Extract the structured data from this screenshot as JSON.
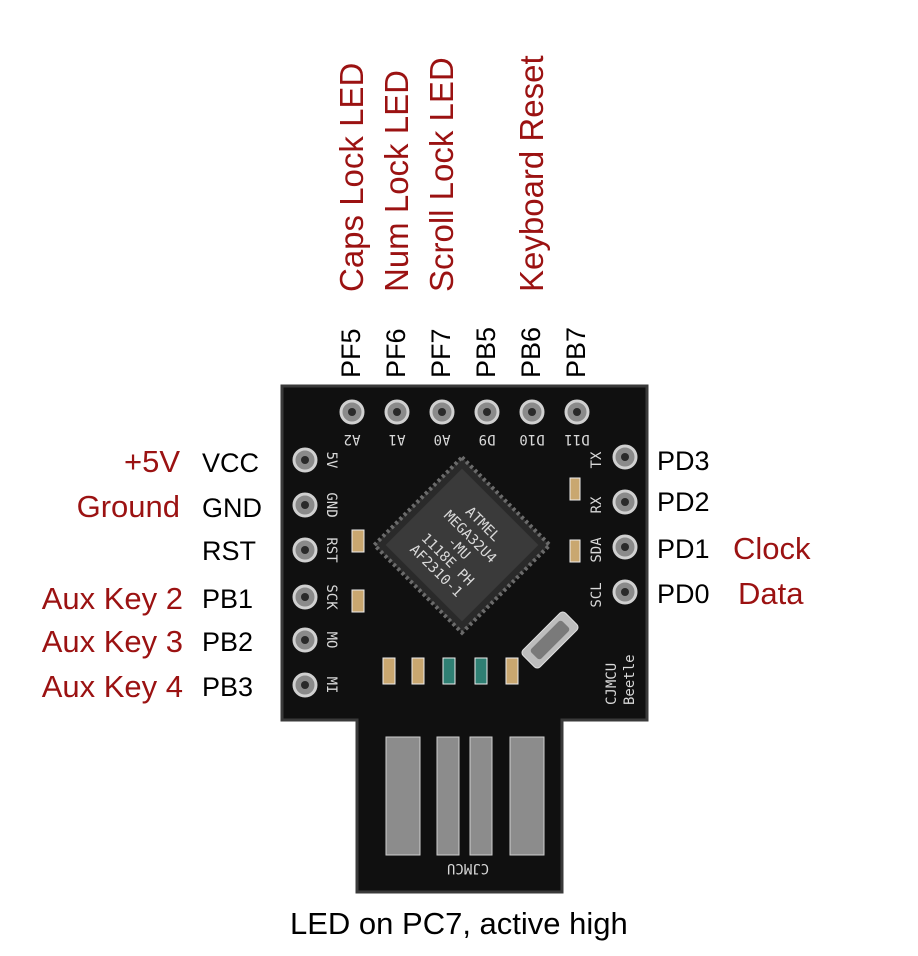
{
  "top": {
    "functions": [
      "Caps Lock LED",
      "Num Lock LED",
      "Scroll Lock LED",
      "",
      "Keyboard Reset",
      ""
    ],
    "pins": [
      "PF5",
      "PF6",
      "PF7",
      "PB5",
      "PB6",
      "PB7"
    ]
  },
  "left": {
    "functions": [
      "+5V",
      "Ground",
      "",
      "Aux Key 2",
      "Aux Key 3",
      "Aux Key 4"
    ],
    "pins": [
      "VCC",
      "GND",
      "RST",
      "PB1",
      "PB2",
      "PB3"
    ]
  },
  "right": {
    "pins": [
      "PD3",
      "PD2",
      "PD1",
      "PD0"
    ],
    "functions": [
      "",
      "",
      "Clock",
      "Data"
    ]
  },
  "board": {
    "top_silk": [
      "A2",
      "A1",
      "A0",
      "D9",
      "D10",
      "D11"
    ],
    "left_silk": [
      "5V",
      "GND",
      "RST",
      "SCK",
      "MO",
      "MI"
    ],
    "right_silk": [
      "TX",
      "RX",
      "SDA",
      "SCL"
    ],
    "chip_text": [
      "ATMEL",
      "MEGA32U4",
      "-MU",
      "1118E PH",
      "AF2310-1"
    ],
    "brand": [
      "CJMCU",
      "Beetle"
    ],
    "usb_label": "CJMCU"
  },
  "caption": "LED on PC7, active high",
  "colors": {
    "function_label": "#9b1212",
    "pcb": "#101010",
    "pad": "#8a8a8a"
  }
}
